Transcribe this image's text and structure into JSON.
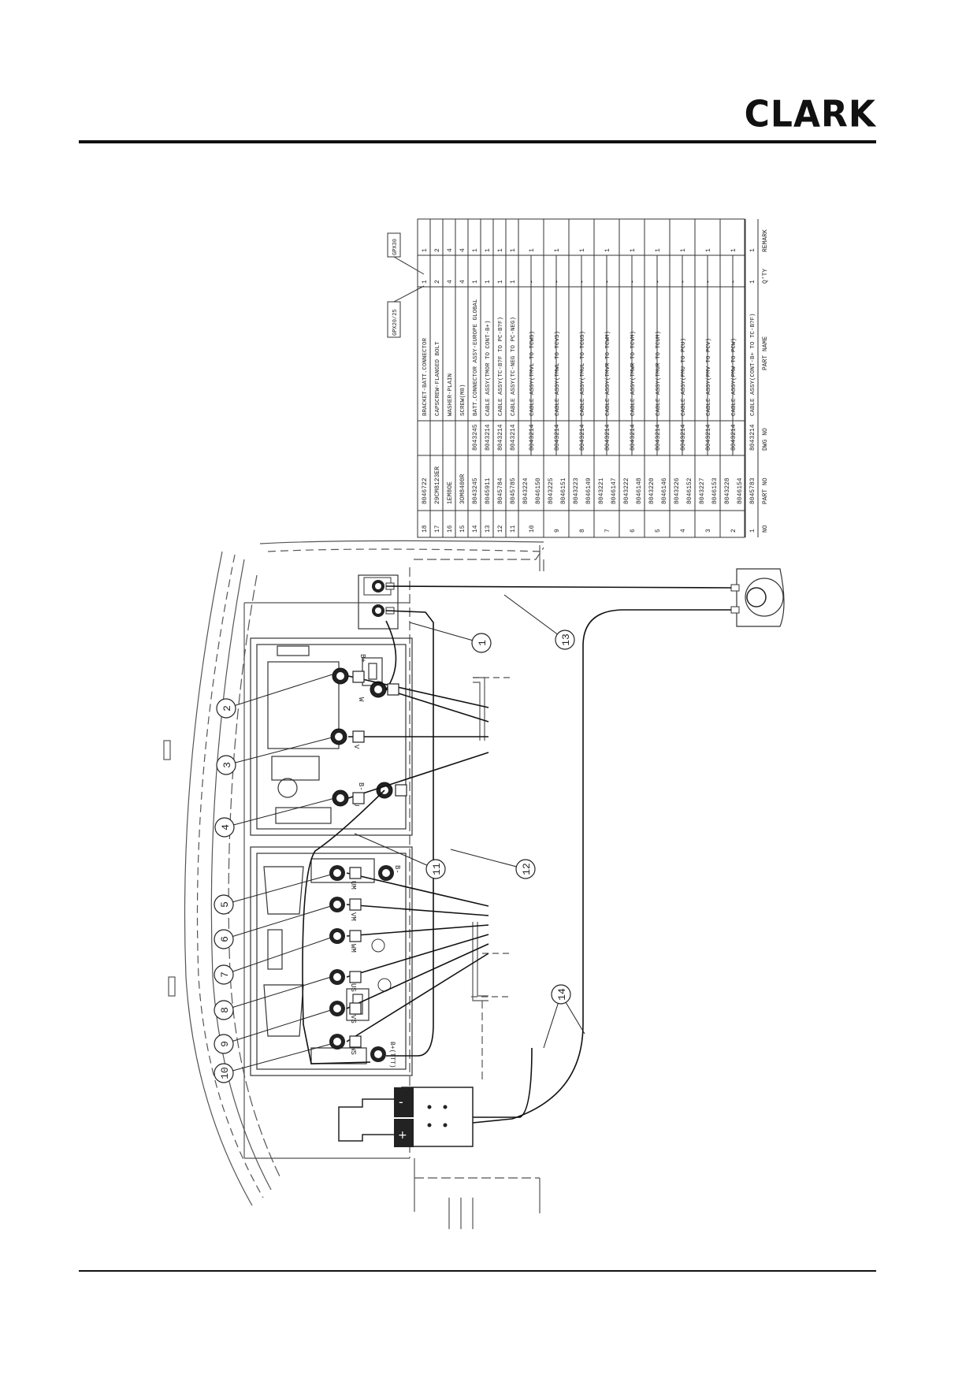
{
  "brand": {
    "logo_text": "CLARK"
  },
  "variant_tags": [
    "GPX30",
    "GPX20/25"
  ],
  "parts_table": {
    "headers": {
      "no": "NO",
      "part_no": "PART NO",
      "dwg_no": "DWG NO",
      "part_name": "PART NAME",
      "qty": "Q'TY",
      "remark": "REMARK"
    },
    "rows": [
      {
        "no": "18",
        "part_no": [
          "8046722"
        ],
        "dwg_no": "",
        "name": "BRACKET-BATT.CONNECTOR",
        "q1": "1",
        "q2": "1"
      },
      {
        "no": "17",
        "part_no": [
          "29CM8123ER"
        ],
        "dwg_no": "",
        "name": "CAPSCREW-FLANGED BOLT",
        "q1": "2",
        "q2": "2"
      },
      {
        "no": "16",
        "part_no": [
          "1EM8OE"
        ],
        "dwg_no": "",
        "name": "WASHER-PLAIN",
        "q1": "4",
        "q2": "4"
      },
      {
        "no": "15",
        "part_no": [
          "3OM8400R"
        ],
        "dwg_no": "",
        "name": "SCREW(M8)",
        "q1": "4",
        "q2": "4"
      },
      {
        "no": "14",
        "part_no": [
          "8043245"
        ],
        "dwg_no": "8043245",
        "name": "BATT.CONNECTOR ASSY-EUROPE GLOBAL",
        "q1": "1",
        "q2": "1"
      },
      {
        "no": "13",
        "part_no": [
          "8045911"
        ],
        "dwg_no": "8043214",
        "name": "CABLE ASSY(TMOR TO CONT-B+)",
        "q1": "1",
        "q2": "1"
      },
      {
        "no": "12",
        "part_no": [
          "8045784"
        ],
        "dwg_no": "8043214",
        "name": "CABLE ASSY(TC-B?F TO PC-B?F)",
        "q1": "1",
        "q2": "1"
      },
      {
        "no": "11",
        "part_no": [
          "8045785"
        ],
        "dwg_no": "8043214",
        "name": "CABLE ASSY(TC-NEG TO PC-NEG)",
        "q1": "1",
        "q2": "1"
      },
      {
        "no": "10",
        "part_no": [
          "8043224",
          "8046150"
        ],
        "dwg_no": "8043214",
        "name": "CABLE ASSY(TMVL TO TCWS)",
        "q1": "1",
        "q2": "-"
      },
      {
        "no": "9",
        "part_no": [
          "8043225",
          "8046151"
        ],
        "dwg_no": "8043214",
        "name": "CABLE ASSY(TMWL TO TCVS)",
        "q1": "1",
        "q2": "-"
      },
      {
        "no": "8",
        "part_no": [
          "8043223",
          "8046149"
        ],
        "dwg_no": "8043214",
        "name": "CABLE ASSY(TMUL TO TCUS)",
        "q1": "1",
        "q2": "-"
      },
      {
        "no": "7",
        "part_no": [
          "8043221",
          "8046147"
        ],
        "dwg_no": "8043214",
        "name": "CABLE ASSY(TMVR TO TCWM)",
        "q1": "1",
        "q2": "-"
      },
      {
        "no": "6",
        "part_no": [
          "8043222",
          "8046148"
        ],
        "dwg_no": "8043214",
        "name": "CABLE ASSY(TMWR TO TCVM)",
        "q1": "1",
        "q2": "-"
      },
      {
        "no": "5",
        "part_no": [
          "8043220",
          "8046146"
        ],
        "dwg_no": "8043214",
        "name": "CABLE ASSY(TMUR TO TCUM)",
        "q1": "1",
        "q2": "-"
      },
      {
        "no": "4",
        "part_no": [
          "8043226",
          "8046152"
        ],
        "dwg_no": "8043214",
        "name": "CABLE ASSY(PMU TO PCU)",
        "q1": "1",
        "q2": "-"
      },
      {
        "no": "3",
        "part_no": [
          "8043227",
          "8046153"
        ],
        "dwg_no": "8043214",
        "name": "CABLE ASSY(PMV TO PCV)",
        "q1": "1",
        "q2": "-"
      },
      {
        "no": "2",
        "part_no": [
          "8043228",
          "8046154"
        ],
        "dwg_no": "8043214",
        "name": "CABLE ASSY(PMW TO PCW)",
        "q1": "1",
        "q2": "-"
      },
      {
        "no": "1",
        "part_no": [
          "8045783"
        ],
        "dwg_no": "8043214",
        "name": "CABLE ASSY(CONT-B+ TO TC-B?F)",
        "q1": "1",
        "q2": "1"
      }
    ]
  },
  "callouts": [
    "1",
    "2",
    "3",
    "4",
    "5",
    "6",
    "7",
    "8",
    "9",
    "10",
    "11",
    "12",
    "13",
    "14"
  ],
  "terminal_labels": {
    "pc_b_plus": "B+",
    "pc_w": "W",
    "pc_v": "V",
    "pc_u": "U",
    "pc_b_minus": "B-",
    "tc_um": "UM",
    "tc_vm": "VM",
    "tc_wm": "WM",
    "tc_us": "US",
    "tc_vs": "VS",
    "tc_ws": "WS",
    "tc_b_minus": "B-",
    "tc_b_plus": "B+(TTT)"
  },
  "connector_symbols": {
    "minus": "-",
    "plus": "+"
  }
}
